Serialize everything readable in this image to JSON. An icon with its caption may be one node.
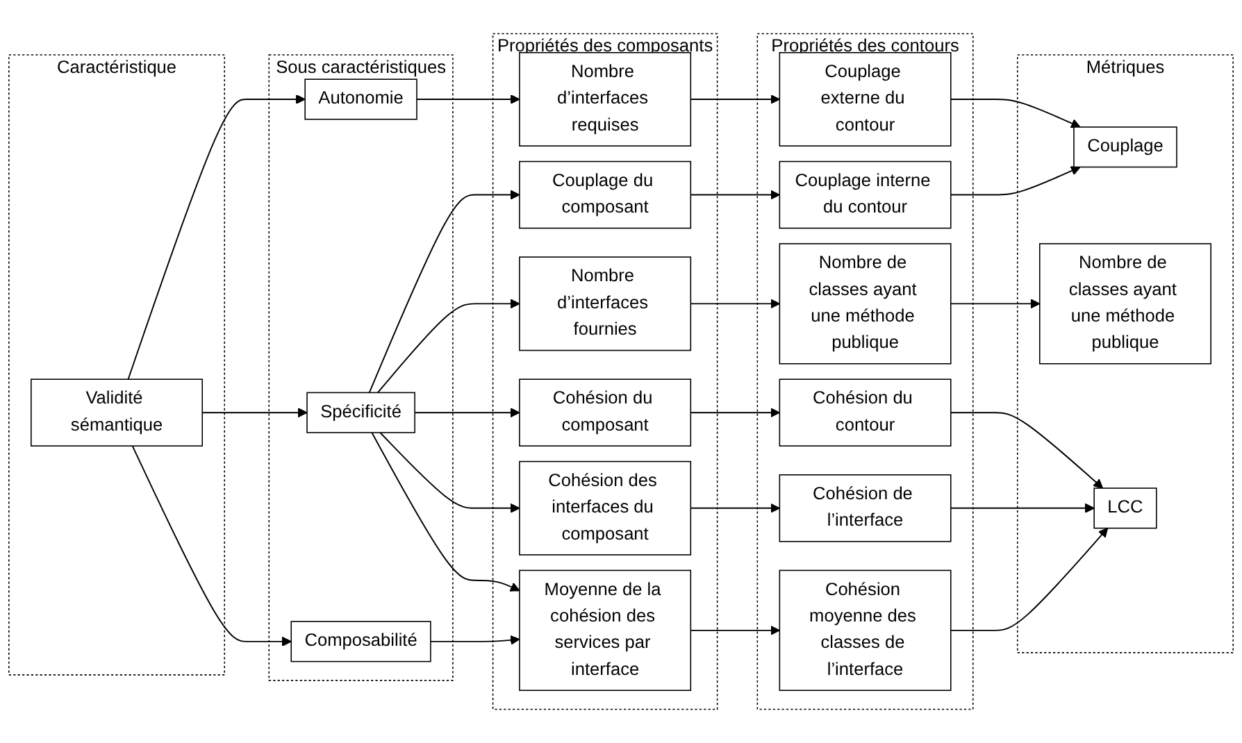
{
  "diagram": {
    "nodes": [
      {
        "text": [
          "Caractéristique"
        ]
      },
      {
        "text": [
          "Validité sémantique"
        ],
        "in": 0
      },
      {
        "text": [
          "Sous caractéristiques"
        ]
      },
      {
        "text": [
          "Autonomie"
        ],
        "in": 2
      },
      {
        "text": [
          "Spécificité"
        ],
        "in": 2
      },
      {
        "text": [
          "Composabilité"
        ],
        "in": 2
      },
      {
        "text": [
          "Propriétés des composants"
        ]
      },
      {
        "text": [
          "Nombre d’interfaces requises"
        ],
        "in": 6
      },
      {
        "text": [
          "Couplage du composant"
        ],
        "in": 6
      },
      {
        "text": [
          "Nombre d’interfaces fournies"
        ],
        "in": 6
      },
      {
        "text": [
          "Cohésion du composant"
        ],
        "in": 6
      },
      {
        "text": [
          "Cohésion des interfaces du composant"
        ],
        "in": 6
      },
      {
        "text": [
          "Moyenne de la cohésion des services par interface"
        ],
        "in": 6
      },
      {
        "text": [
          "Propriétés des contours"
        ]
      },
      {
        "text": [
          "Couplage externe du contour"
        ],
        "in": 13
      },
      {
        "text": [
          "Couplage interne du contour"
        ],
        "in": 13
      },
      {
        "text": [
          "Nombre de classes ayant une méthode publique"
        ],
        "in": 13
      },
      {
        "text": [
          "Cohésion du contour"
        ],
        "in": 13
      },
      {
        "text": [
          "Cohésion de l’interface"
        ],
        "in": 13
      },
      {
        "text": [
          "Cohésion moyenne des classes de l’interface"
        ],
        "in": 13
      },
      {
        "text": [
          "Métriques"
        ]
      },
      {
        "text": [
          "Couplage"
        ],
        "in": 20
      },
      {
        "text": [
          "Nombre de classes ayant une méthode publique"
        ],
        "in": 20
      },
      {
        "text": [
          "LCC"
        ],
        "in": 20
      }
    ],
    "edges": [
      {
        "from": 1,
        "to": 3,
        "arrow": "to"
      },
      {
        "from": 1,
        "to": 4,
        "arrow": "to"
      },
      {
        "from": 1,
        "to": 5,
        "arrow": "to"
      },
      {
        "from": 3,
        "to": 7,
        "arrow": "to"
      },
      {
        "from": 4,
        "to": 8,
        "arrow": "to"
      },
      {
        "from": 4,
        "to": 9,
        "arrow": "to"
      },
      {
        "from": 4,
        "to": 10,
        "arrow": "to"
      },
      {
        "from": 4,
        "to": 11,
        "arrow": "to"
      },
      {
        "from": 4,
        "to": 12,
        "arrow": "to"
      },
      {
        "from": 5,
        "to": 12,
        "arrow": "to"
      },
      {
        "from": 7,
        "to": 14,
        "arrow": "to"
      },
      {
        "from": 8,
        "to": 15,
        "arrow": "to"
      },
      {
        "from": 9,
        "to": 16,
        "arrow": "to"
      },
      {
        "from": 10,
        "to": 17,
        "arrow": "to"
      },
      {
        "from": 11,
        "to": 18,
        "arrow": "to"
      },
      {
        "from": 12,
        "to": 19,
        "arrow": "to"
      },
      {
        "from": 14,
        "to": 21,
        "arrow": "to"
      },
      {
        "from": 15,
        "to": 21,
        "arrow": "to"
      },
      {
        "from": 16,
        "to": 22,
        "arrow": "to"
      },
      {
        "from": 17,
        "to": 23,
        "arrow": "to"
      },
      {
        "from": 18,
        "to": 23,
        "arrow": "to"
      },
      {
        "from": 19,
        "to": 23,
        "arrow": "to"
      }
    ]
  }
}
